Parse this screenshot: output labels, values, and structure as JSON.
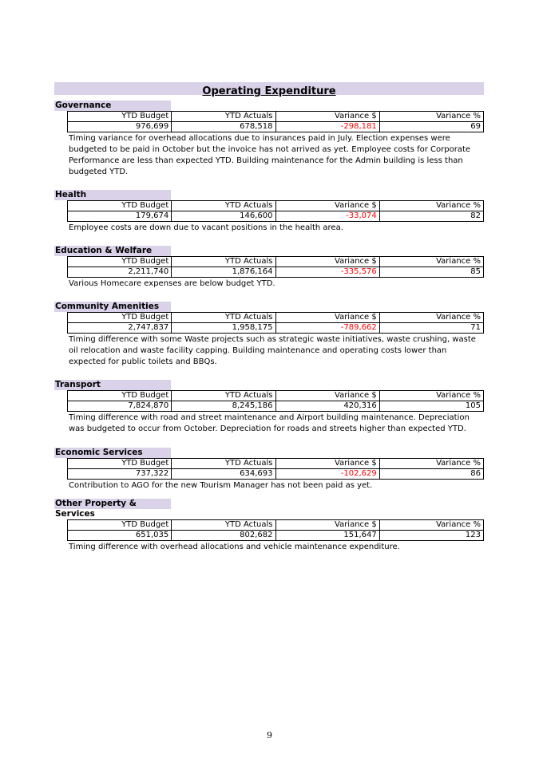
{
  "page_title": "Operating Expenditure",
  "columns": [
    "YTD Budget",
    "YTD Actuals",
    "Variance $",
    "Variance %"
  ],
  "sections": [
    {
      "name": "Governance",
      "values": [
        "976,699",
        "678,518",
        "-298,181",
        "69"
      ],
      "note": "Timing variance for overhead allocations due to insurances paid in July.  Election expenses were budgeted to be paid in October but the invoice has not arrived as yet. Employee costs for Corporate Performance are less than expected YTD. Building maintenance for the Admin building is less than budgeted YTD."
    },
    {
      "name": "Health",
      "values": [
        "179,674",
        "146,600",
        "-33,074",
        "82"
      ],
      "note": "Employee costs are down due to vacant positions in the health area."
    },
    {
      "name": "Education & Welfare",
      "values": [
        "2,211,740",
        "1,876,164",
        "-335,576",
        "85"
      ],
      "note": "Various Homecare expenses are below budget YTD."
    },
    {
      "name": "Community Amenities",
      "values": [
        "2,747,837",
        "1,958,175",
        "-789,662",
        "71"
      ],
      "note": "Timing difference with some Waste projects such as strategic waste initiatives, waste crushing, waste oil relocation and waste facility capping. Building maintenance and operating costs lower than expected for public toilets and BBQs."
    },
    {
      "name": "Transport",
      "values": [
        "7,824,870",
        "8,245,186",
        "420,316",
        "105"
      ],
      "note": "Timing difference with road and street maintenance and Airport building maintenance.  Depreciation was budgeted to occur from October.  Depreciation for roads and streets higher than expected YTD."
    },
    {
      "name": "Economic Services",
      "values": [
        "737,322",
        "634,693",
        "-102,629",
        "86"
      ],
      "note": "Contribution to AGO for the new Tourism Manager has not been paid as yet."
    },
    {
      "name": "Other Property & Services",
      "values": [
        "651,035",
        "802,682",
        "151,647",
        "123"
      ],
      "note": "Timing difference with overhead allocations and vehicle maintenance expenditure."
    }
  ],
  "page_number": "9"
}
